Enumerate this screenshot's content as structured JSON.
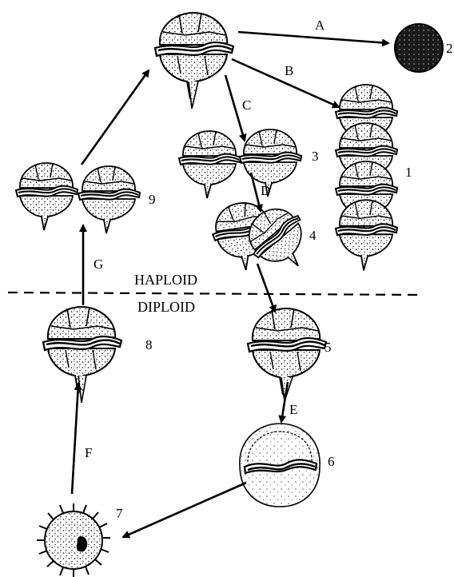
{
  "diagram": {
    "regions": {
      "top": "HAPLOID",
      "bottom": "DIPLOID"
    },
    "stage_numbers": [
      "1",
      "2",
      "3",
      "4",
      "5",
      "6",
      "7",
      "8",
      "9"
    ],
    "arrow_labels": [
      "A",
      "B",
      "C",
      "D",
      "E",
      "F",
      "G"
    ],
    "colors": {
      "ink": "#000000",
      "paper": "#ffffff",
      "cyst_dark": "#1a1a1a"
    }
  }
}
